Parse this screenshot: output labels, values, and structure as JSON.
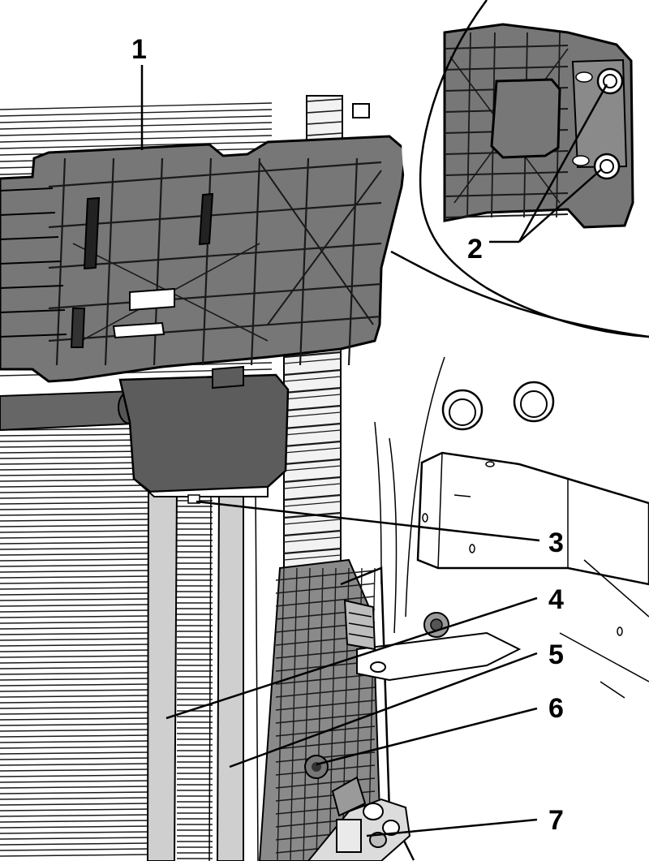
{
  "figure": {
    "callouts": [
      "1",
      "2",
      "3",
      "4",
      "5",
      "6",
      "7"
    ],
    "colors": {
      "background": "#ffffff",
      "line": "#000000",
      "bracket_fill": "#777777",
      "dark_part": "#5c5c5c",
      "light_part": "#cfcfcf"
    }
  }
}
